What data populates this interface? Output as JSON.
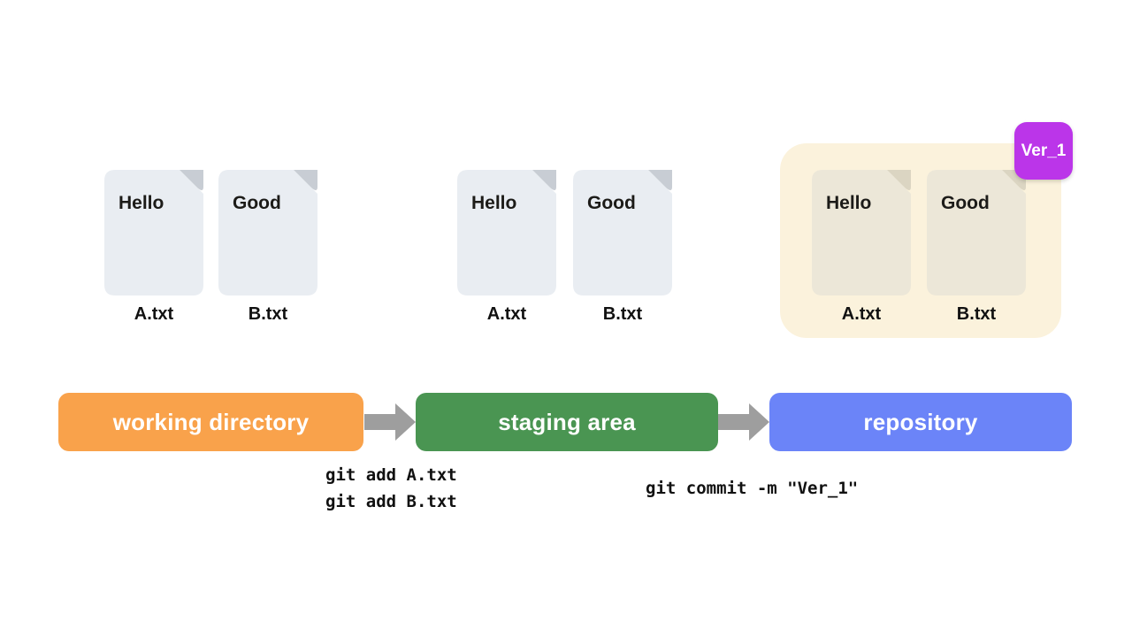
{
  "colors": {
    "working_directory": "#F9A24B",
    "staging_area": "#4A9552",
    "repository": "#6B84F8",
    "version_badge": "#BB35E9",
    "repo_container": "#FBF2DC",
    "doc_fill": "#E9EDF2",
    "doc_fold": "#C8CDD4",
    "repo_doc_fill": "#ECE7D8",
    "repo_doc_fold": "#DBD5C2",
    "arrow_gray": "#9E9E9E"
  },
  "stages": [
    {
      "label": "working directory",
      "files": [
        {
          "content": "Hello",
          "name": "A.txt"
        },
        {
          "content": "Good",
          "name": "B.txt"
        }
      ]
    },
    {
      "label": "staging area",
      "files": [
        {
          "content": "Hello",
          "name": "A.txt"
        },
        {
          "content": "Good",
          "name": "B.txt"
        }
      ]
    },
    {
      "label": "repository",
      "version_badge": "Ver_1",
      "files": [
        {
          "content": "Hello",
          "name": "A.txt"
        },
        {
          "content": "Good",
          "name": "B.txt"
        }
      ]
    }
  ],
  "commands": {
    "add": [
      "git add A.txt",
      "git add B.txt"
    ],
    "commit": "git commit -m \"Ver_1\""
  }
}
